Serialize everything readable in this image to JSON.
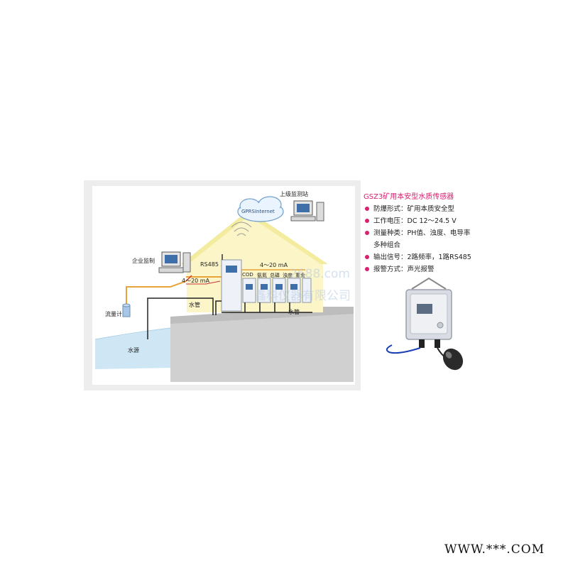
{
  "diagram": {
    "labels": {
      "upper_station": "上级监测站",
      "gprs": "GPRSInternet",
      "enterprise": "企业监制",
      "rs485": "RS485",
      "current_upper": "4～20 mA",
      "current_lower": "4～20 mA",
      "flowmeter": "流量计",
      "water_pipe_left": "水管",
      "water_pipe_right": "水管",
      "water_source": "水源",
      "analyzer_1": "COD",
      "analyzer_2": "氨氮",
      "analyzer_3": "总磷",
      "analyzer_4": "浊度",
      "analyzer_5": "重金"
    }
  },
  "spec": {
    "title": "GSZ3矿用本安型水质传感器",
    "items": [
      {
        "text": "防爆形式：矿用本质安全型"
      },
      {
        "text": "工作电压：DC 12～24.5 V"
      },
      {
        "text": "测量种类：PH值、浊度、电导率",
        "cont": "多种组合"
      },
      {
        "text": "输出信号：2路频率，1路RS485"
      },
      {
        "text": "报警方式：声光报警"
      }
    ]
  },
  "watermark": {
    "line1": "2688.com",
    "line2": "鑫科仪器有限公司"
  },
  "footer": {
    "mark": "WWW.***.COM"
  },
  "colors": {
    "accent": "#d8206e",
    "house": "#fbf5c8",
    "cable": "#e8a43a",
    "pipe": "#222222",
    "water": "#cfe6f4",
    "ground": "#cfcfcf"
  }
}
